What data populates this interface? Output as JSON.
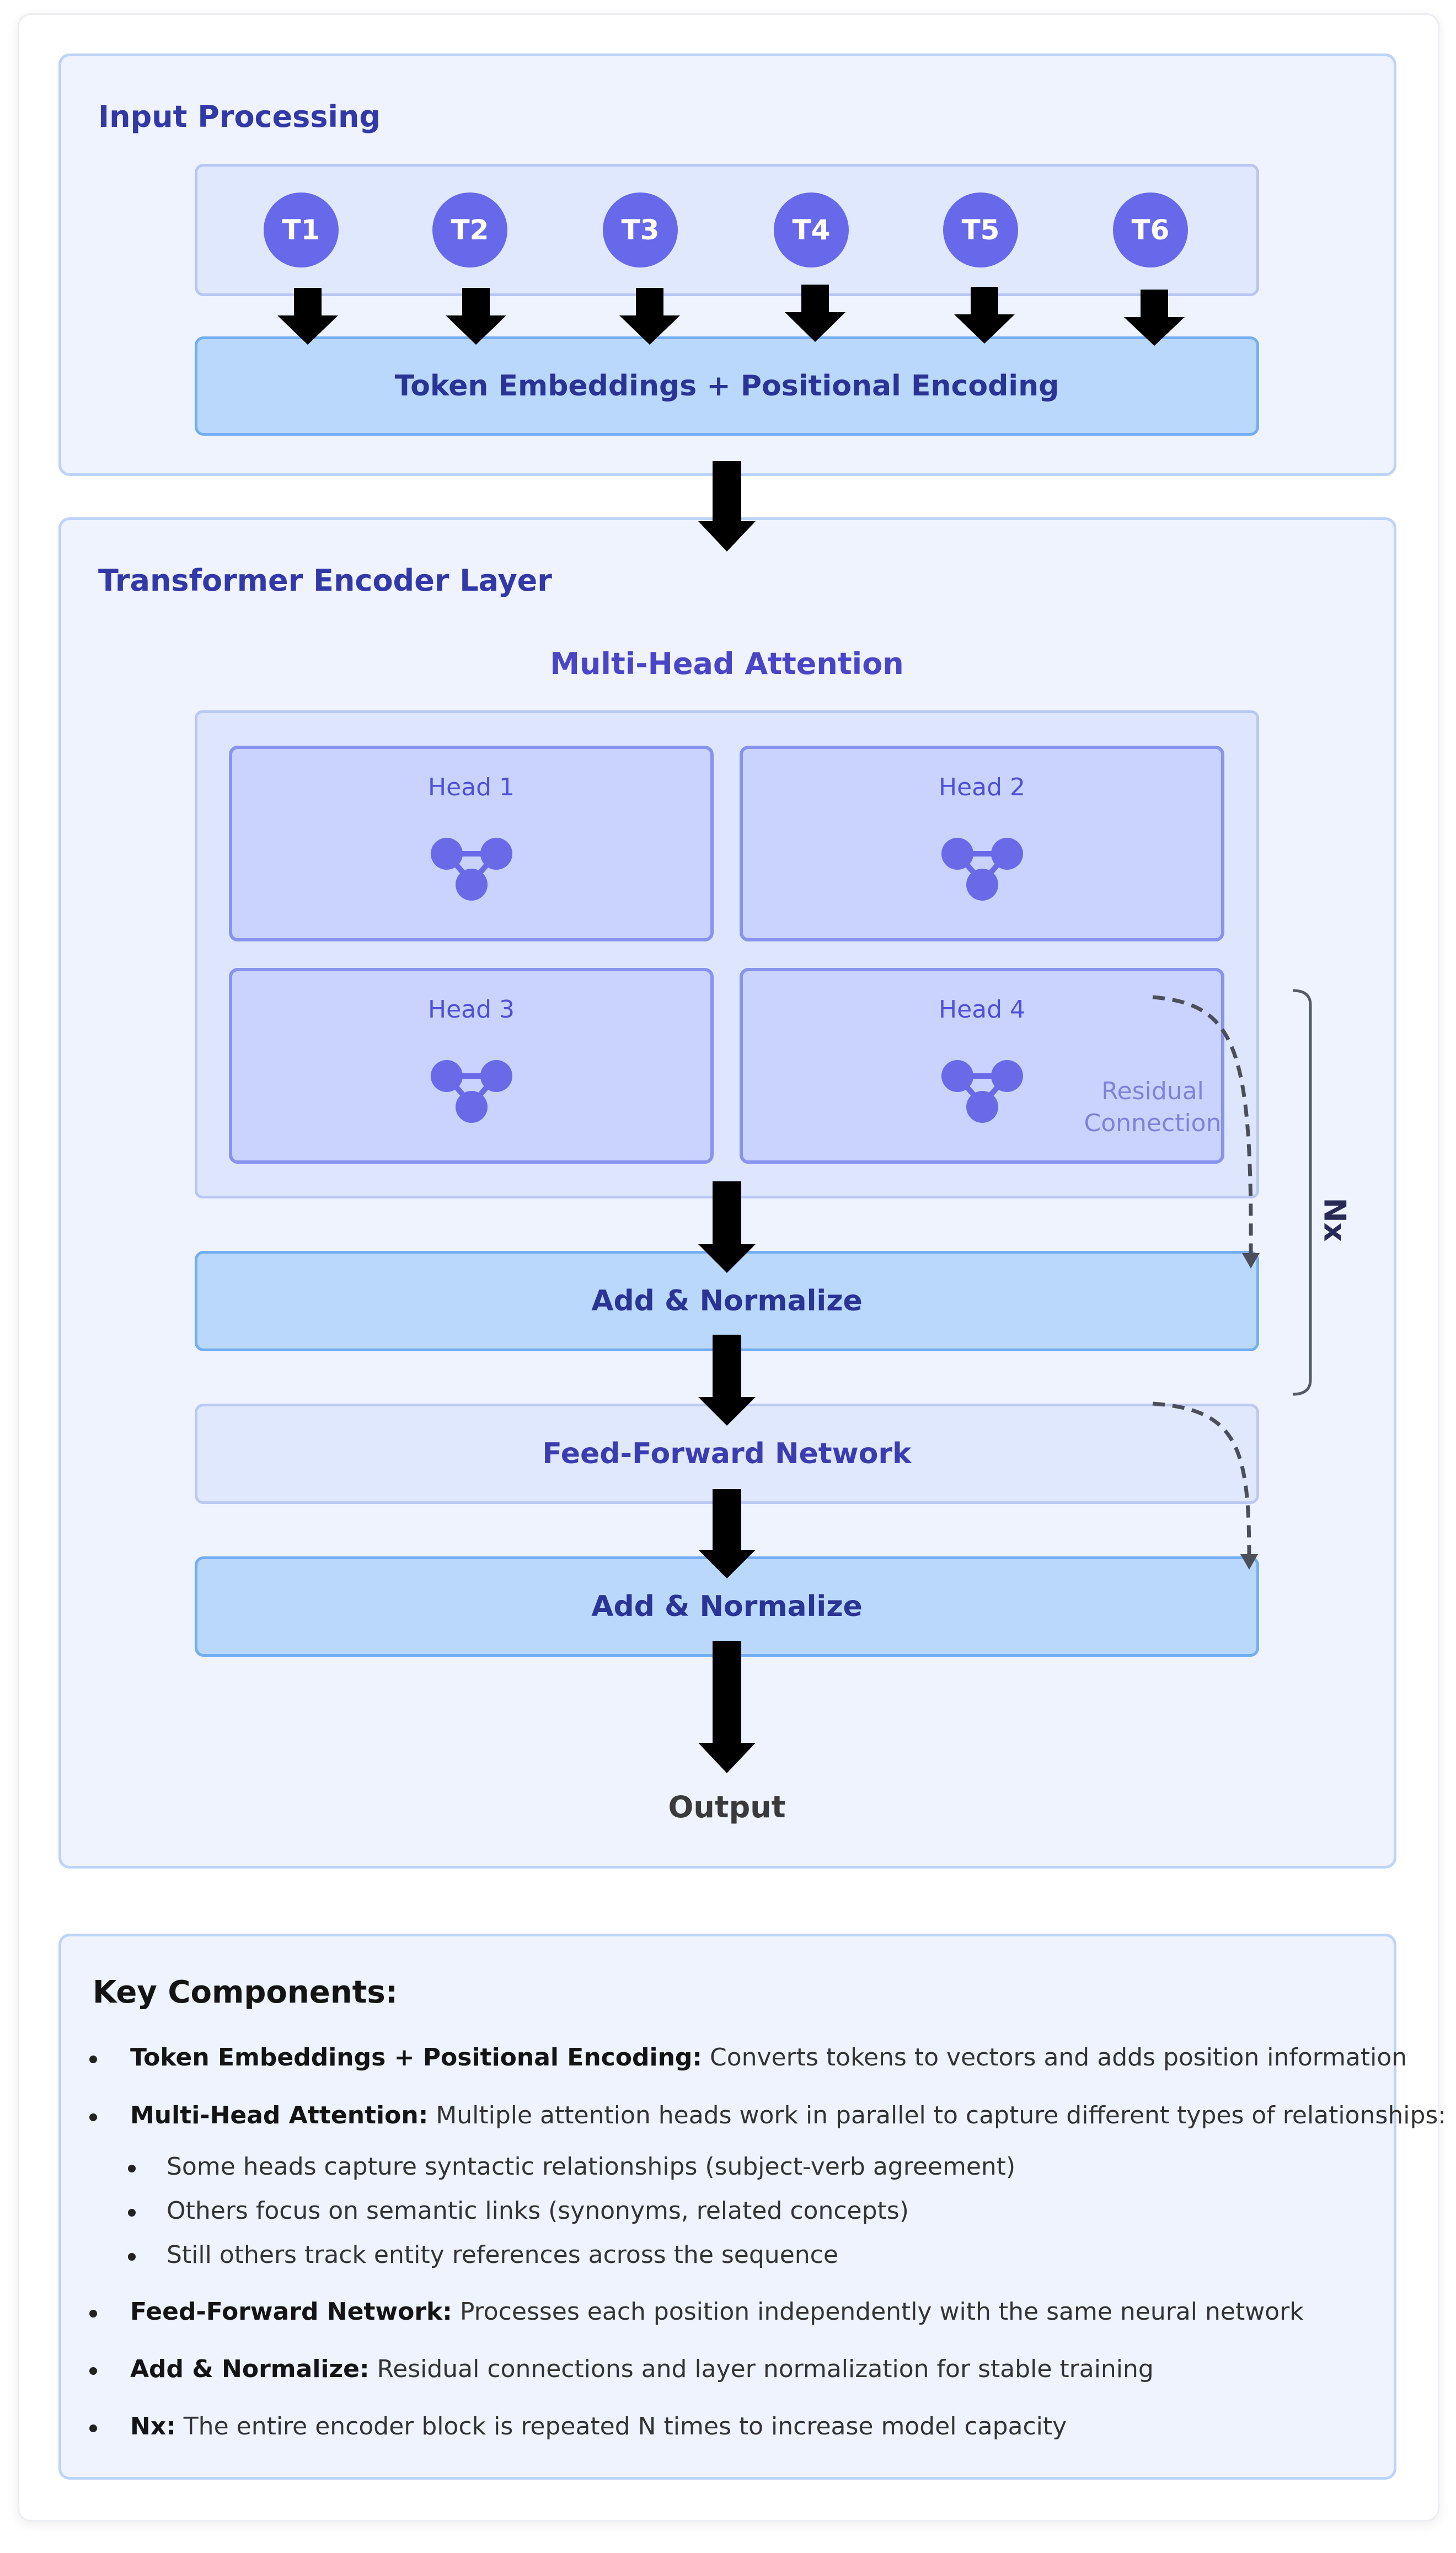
{
  "input_processing": {
    "title": "Input Processing",
    "tokens": [
      "T1",
      "T2",
      "T3",
      "T4",
      "T5",
      "T6"
    ],
    "embedding_label": "Token Embeddings + Positional Encoding"
  },
  "encoder": {
    "title": "Transformer Encoder Layer",
    "mha_label": "Multi-Head Attention",
    "heads": [
      "Head 1",
      "Head 2",
      "Head 3",
      "Head 4"
    ],
    "residual_label_line1": "Residual",
    "residual_label_line2": "Connection",
    "add_norm_1": "Add & Normalize",
    "ffn_label": "Feed-Forward Network",
    "add_norm_2": "Add & Normalize",
    "repeat_label": "Nx",
    "output_label": "Output"
  },
  "key_components": {
    "title": "Key Components:",
    "items": [
      {
        "term": "Token Embeddings + Positional Encoding:",
        "desc": " Converts tokens to vectors and adds position information"
      },
      {
        "term": "Multi-Head Attention:",
        "desc": " Multiple attention heads work in parallel to capture different types of relationships:"
      },
      {
        "term": "Feed-Forward Network:",
        "desc": " Processes each position independently with the same neural network"
      },
      {
        "term": "Add & Normalize:",
        "desc": " Residual connections and layer normalization for stable training"
      },
      {
        "term": "Nx:",
        "desc": " The entire encoder block is repeated N times to increase model capacity"
      }
    ],
    "sub_items": [
      "Some heads capture syntactic relationships (subject-verb agreement)",
      "Others focus on semantic links (synonyms, related concepts)",
      "Still others track entity references across the sequence"
    ]
  },
  "colors": {
    "token_fill": "#6868ea",
    "highlight_box": "#bad8fc",
    "section_bg": "#eef3fe",
    "title_text": "#3338a8"
  },
  "icons": [
    "down-arrow-icon",
    "attention-nodes-icon",
    "dashed-curve-arrow-icon",
    "bracket-icon"
  ]
}
